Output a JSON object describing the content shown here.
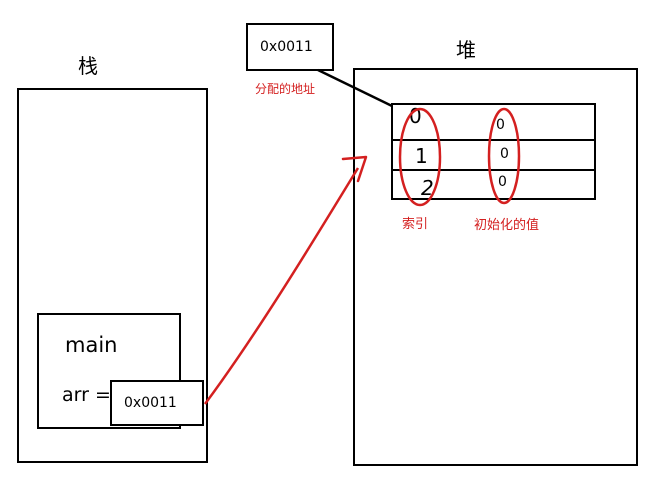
{
  "stack": {
    "title": "栈",
    "frame": {
      "name": "main",
      "var_label": "arr =",
      "var_value": "0x0011"
    }
  },
  "heap": {
    "title": "堆",
    "address": "0x0011",
    "address_caption": "分配的地址",
    "array": {
      "indices": [
        "0",
        "1",
        "2"
      ],
      "values": [
        "0",
        "0",
        "0"
      ]
    },
    "index_caption": "索引",
    "value_caption": "初始化的值"
  },
  "colors": {
    "line": "#000000",
    "accent": "#d42020"
  }
}
